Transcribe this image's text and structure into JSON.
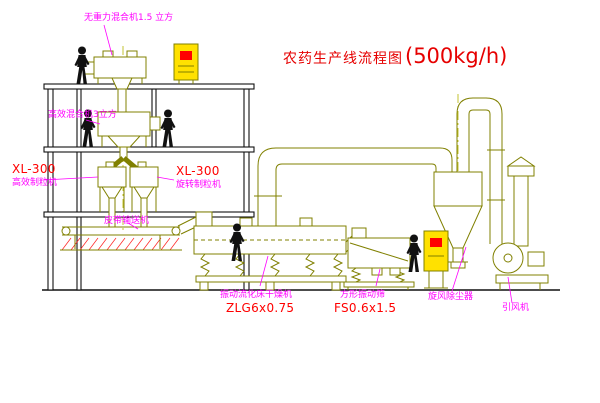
{
  "title": {
    "main": "农药生产线流程图",
    "capacity": "(500kg/h)"
  },
  "labels": {
    "mixer_top": "无重力混合机1.5 立方",
    "mixer_second": "高效混合机3立方",
    "granulator_left_model": "XL-300",
    "granulator_left_name": "高效制粒机",
    "granulator_right_model": "XL-300",
    "granulator_right_name": "旋转制粒机",
    "belt_conveyor": "皮带输送机",
    "dryer_name": "振动流化床干燥机",
    "dryer_model": "ZLG6x0.75",
    "sieve_name": "方形振动筛",
    "sieve_model": "FS0.6x1.5",
    "cyclone_name": "旋风除尘器",
    "fan_name": "引风机"
  },
  "colors": {
    "label_magenta": "#ff00ff",
    "model_red": "#ff0000",
    "title_red": "#e60000",
    "equipment_olive": "#808000",
    "cabinet_yellow": "#ffe100",
    "structure_black": "#111111",
    "background": "#ffffff"
  }
}
